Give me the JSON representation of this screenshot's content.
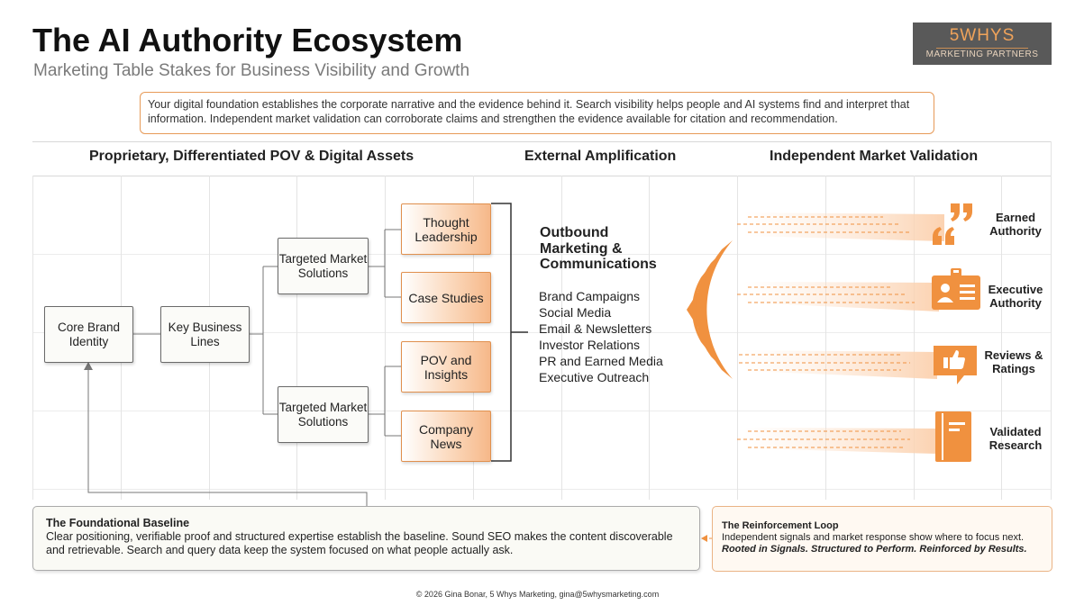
{
  "title": "The AI Authority Ecosystem",
  "subtitle": "Marketing Table Stakes for Business Visibility and Growth",
  "logo": {
    "name": "5WHYS",
    "tagline": "MARKETING PARTNERS"
  },
  "intro": "Your digital foundation establishes the corporate narrative and the evidence behind it. Search visibility helps people and AI systems find and interpret that information. Independent market validation can corroborate claims and strengthen the evidence available for citation and recommendation.",
  "columns": {
    "proprietary": "Proprietary, Differentiated POV & Digital Assets",
    "amplification": "External Amplification",
    "validation": "Independent Market Validation"
  },
  "nodes": {
    "core": "Core Brand Identity",
    "business": "Key Business Lines",
    "targeted_top": "Targeted Market Solutions",
    "targeted_bottom": "Targeted Market Solutions",
    "thought": "Thought Leadership",
    "case": "Case Studies",
    "pov": "POV and Insights",
    "news": "Company News"
  },
  "outbound": {
    "title": "Outbound Marketing & Communications",
    "items": [
      "Brand Campaigns",
      "Social Media",
      "Email & Newsletters",
      "Investor Relations",
      "PR and Earned Media",
      "Executive Outreach"
    ]
  },
  "validation": [
    {
      "label": "Earned Authority",
      "icon": "quote-icon"
    },
    {
      "label": "Executive Authority",
      "icon": "id-badge-icon"
    },
    {
      "label": "Reviews & Ratings",
      "icon": "thumbs-up-icon"
    },
    {
      "label": "Validated Research",
      "icon": "notebook-icon"
    }
  ],
  "foundation": {
    "title": "The Foundational Baseline",
    "body": "Clear positioning, verifiable proof and structured expertise establish the baseline. Sound SEO makes the content discoverable and retrievable. Search and query data keep the system focused on what people actually ask."
  },
  "loop": {
    "title": "The Reinforcement Loop",
    "body": "Independent signals and market response show where to focus next.",
    "tagline": "Rooted in Signals. Structured to Perform. Reinforced by Results."
  },
  "footer": "© 2026 Gina Bonar, 5 Whys Marketing, gina@5whysmarketing.com",
  "colors": {
    "accent": "#f0913f",
    "logo_bg": "#595959"
  }
}
